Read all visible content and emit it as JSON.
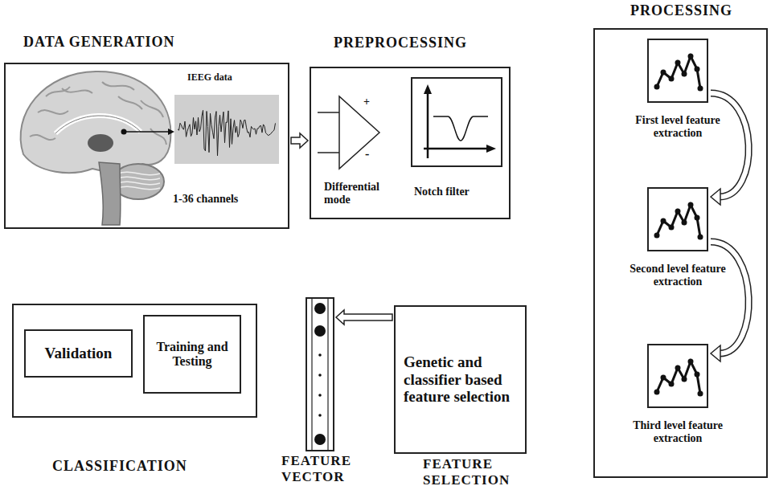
{
  "diagram": {
    "nodes": [
      {
        "text": [
          "DATA GENERATION",
          "IEEG data",
          "1-36 channels"
        ]
      },
      {
        "text": [
          "PREPROCESSING",
          "Differential mode",
          "Notch filter"
        ]
      },
      {
        "text": [
          "PROCESSING"
        ]
      },
      {
        "text": [
          "First level feature extraction"
        ],
        "in": 2
      },
      {
        "text": [
          "Second level feature extraction"
        ],
        "in": 2
      },
      {
        "text": [
          "Third level feature extraction"
        ],
        "in": 2
      },
      {
        "text": [
          "Genetic and classifier based feature selection",
          "FEATURE SELECTION"
        ]
      },
      {
        "text": [
          "FEATURE VECTOR"
        ]
      },
      {
        "text": [
          "CLASSIFICATION"
        ]
      },
      {
        "text": [
          "Validation"
        ],
        "in": 8
      },
      {
        "text": [
          "Training and Testing"
        ],
        "in": 8
      }
    ],
    "edges": [
      {
        "from": 0,
        "to": 1,
        "arrow": "to"
      },
      {
        "from": 3,
        "to": 4,
        "arrow": "to"
      },
      {
        "from": 4,
        "to": 5,
        "arrow": "to"
      },
      {
        "from": 6,
        "to": 7,
        "arrow": "to"
      }
    ],
    "labels": [
      "+",
      "-"
    ]
  }
}
